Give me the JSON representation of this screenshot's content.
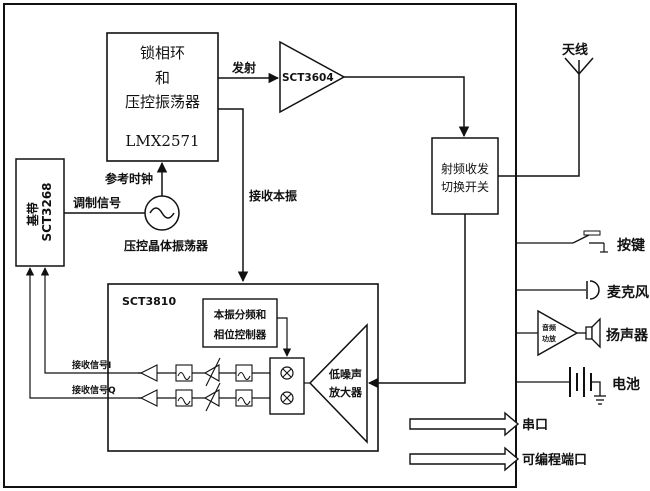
{
  "pll_block": {
    "line1": "锁相环",
    "line2": "和",
    "line3": "压控振荡器",
    "part": "LMX2571"
  },
  "tx_label": "发射",
  "pa": {
    "label": "SCT3604"
  },
  "ref_clock_label": "参考时钟",
  "rx_lo_label": "接收本振",
  "mod_signal_label": "调制信号",
  "vcxo_label": "压控晶体振荡器",
  "baseband": {
    "line1": "基带",
    "line2": "SCT3268"
  },
  "rf_switch": {
    "line1": "射频收发",
    "line2": "切换开关"
  },
  "antenna_label": "天线",
  "receiver": {
    "title": "SCT3810",
    "lo_split": {
      "line1": "本振分频和",
      "line2": "相位控制器"
    },
    "lna": {
      "line1": "低噪声",
      "line2": "放大器"
    },
    "rx_i": "接收信号I",
    "rx_q": "接收信号Q"
  },
  "peripherals": {
    "key": "按键",
    "mic": "麦克风",
    "audio_amp": {
      "line1": "音频",
      "line2": "功放"
    },
    "speaker": "扬声器",
    "battery": "电池",
    "serial": "串口",
    "prog_port": "可编程端口"
  }
}
